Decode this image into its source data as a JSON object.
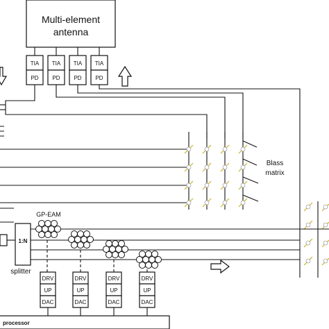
{
  "antenna": {
    "label_line1": "Multi-element",
    "label_line2": "antenna"
  },
  "receiver_chain": {
    "tia_label": "TIA",
    "pd_label": "PD",
    "count": 4
  },
  "blass": {
    "label_line1": "Blass",
    "label_line2": "matrix"
  },
  "eam": {
    "label": "GP-EAM"
  },
  "splitter": {
    "ratio_label": "1:N",
    "label": "splitter"
  },
  "driver_chain": {
    "drv_label": "DRV",
    "up_label": "UP",
    "dac_label": "DAC",
    "count": 4
  },
  "processor": {
    "label": "processor"
  }
}
